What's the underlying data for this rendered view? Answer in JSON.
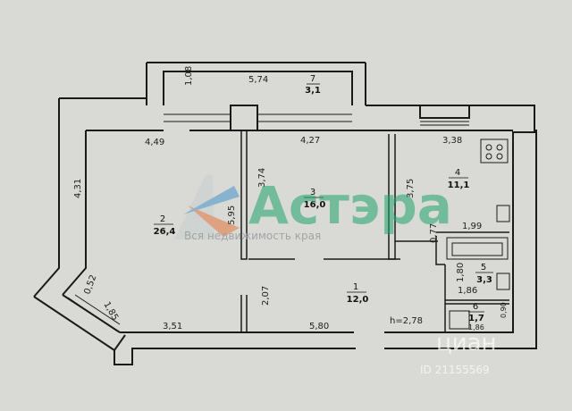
{
  "rooms": [
    {
      "num": "7",
      "area": "3,1"
    },
    {
      "num": "2",
      "area": "26,4"
    },
    {
      "num": "3",
      "area": "16,0"
    },
    {
      "num": "4",
      "area": "11,1"
    },
    {
      "num": "1",
      "area": "12,0"
    },
    {
      "num": "5",
      "area": "3,3"
    },
    {
      "num": "6",
      "area": "1,7"
    }
  ],
  "dimensions": {
    "balcony_length": "5,74",
    "balcony_depth": "1,08",
    "room2_width": "4,49",
    "room2_length": "4,31",
    "room2_depth": "5,95",
    "room3_width": "4,27",
    "room3_depth": "3,74",
    "room4_width": "3,38",
    "room4_depth": "3,75",
    "kitchen_side": "1,99",
    "kitchen_small": "0,77",
    "bay_a": "0,52",
    "bay_b": "1,85",
    "hall_left": "3,51",
    "hall_right": "5,80",
    "hall_depth": "2,07",
    "bath_h": "1,80",
    "bath_w": "1,86",
    "wc_w": "1,86",
    "wc_h": "0,90",
    "ceiling": "h=2,78"
  },
  "watermark": {
    "logo": "Астэра",
    "tagline": "Вся недвижимость края",
    "cian": "циан",
    "id": "ID 21155569"
  },
  "colors": {
    "wall": "#1a1a1a",
    "paper": "#d9d9d6",
    "logo": "#1fa56c"
  }
}
